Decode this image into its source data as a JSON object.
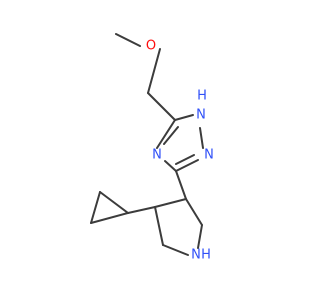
{
  "structure": {
    "atoms": {
      "methoxy_oxygen": {
        "symbol": "O",
        "color": "#ff0d0d"
      },
      "triazole_nh": {
        "symbol": "H",
        "color": "#3050f8"
      },
      "triazole_n_nh": {
        "symbol": "N",
        "color": "#3050f8"
      },
      "triazole_n_top": {
        "symbol": "N",
        "color": "#3050f8"
      },
      "triazole_n_left": {
        "symbol": "N",
        "color": "#3050f8"
      },
      "pyrrolidine_nh_n": {
        "symbol": "N",
        "color": "#3050f8"
      },
      "pyrrolidine_nh_h": {
        "symbol": "H",
        "color": "#3050f8"
      }
    },
    "bond_color": "#3c3c3c"
  }
}
